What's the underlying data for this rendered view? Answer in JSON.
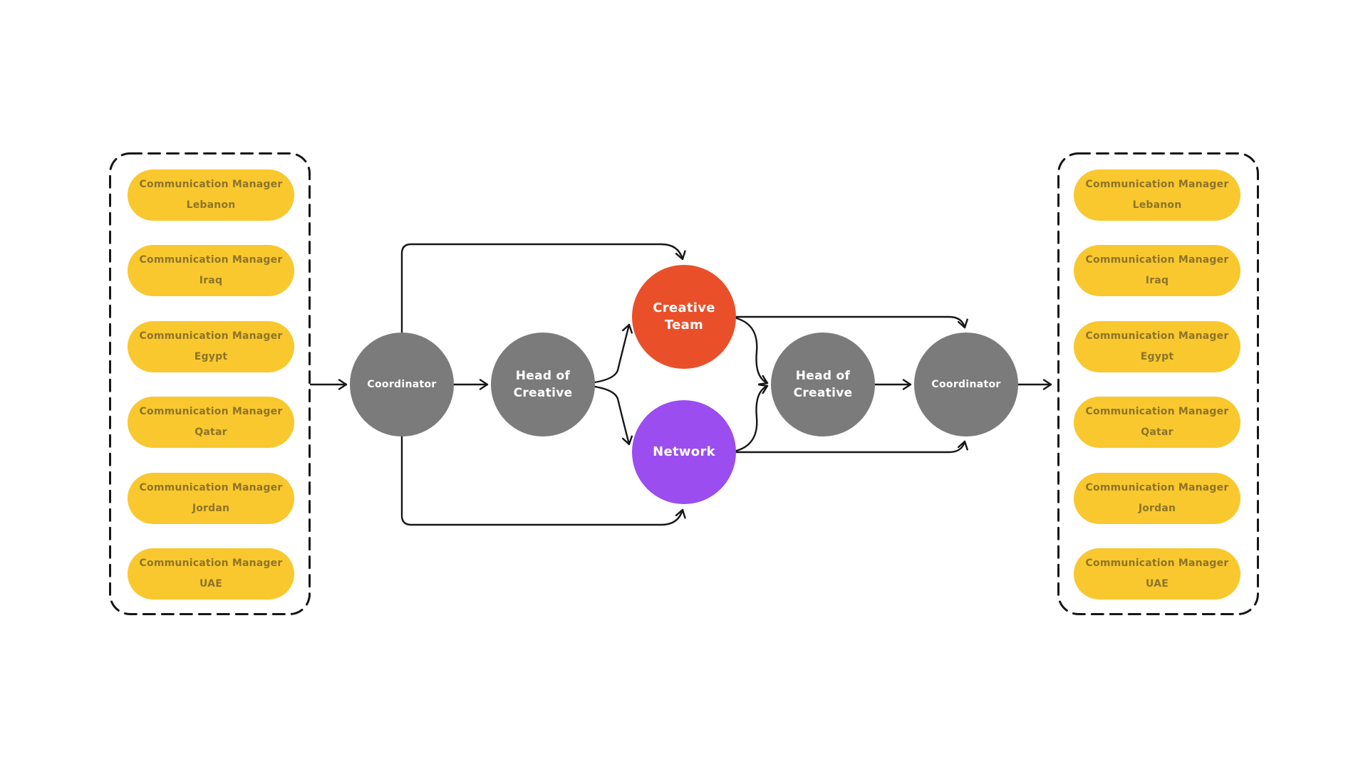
{
  "diagram": {
    "left_group": {
      "items": [
        {
          "role": "Communication Manager",
          "region": "Lebanon"
        },
        {
          "role": "Communication Manager",
          "region": "Iraq"
        },
        {
          "role": "Communication Manager",
          "region": "Egypt"
        },
        {
          "role": "Communication Manager",
          "region": "Qatar"
        },
        {
          "role": "Communication Manager",
          "region": "Jordan"
        },
        {
          "role": "Communication Manager",
          "region": "UAE"
        }
      ]
    },
    "right_group": {
      "items": [
        {
          "role": "Communication Manager",
          "region": "Lebanon"
        },
        {
          "role": "Communication Manager",
          "region": "Iraq"
        },
        {
          "role": "Communication Manager",
          "region": "Egypt"
        },
        {
          "role": "Communication Manager",
          "region": "Qatar"
        },
        {
          "role": "Communication Manager",
          "region": "Jordan"
        },
        {
          "role": "Communication Manager",
          "region": "UAE"
        }
      ]
    },
    "nodes": {
      "coordinator_1": {
        "label": "Coordinator",
        "color": "#7B7B7B"
      },
      "head_of_creative_1": {
        "label": "Head of\nCreative",
        "color": "#7B7B7B"
      },
      "creative_team": {
        "label": "Creative\nTeam",
        "color": "#E9502A"
      },
      "network": {
        "label": "Network",
        "color": "#9B4DF0"
      },
      "head_of_creative_2": {
        "label": "Head of\nCreative",
        "color": "#7B7B7B"
      },
      "coordinator_2": {
        "label": "Coordinator",
        "color": "#7B7B7B"
      }
    },
    "colors": {
      "background": "#FFFFFF",
      "pill_fill": "#F9C82E",
      "pill_text": "#8D7428",
      "node_gray": "#7B7B7B",
      "node_orange": "#E9502A",
      "node_purple": "#9B4DF0",
      "node_text": "#FFFFFF",
      "connector": "#161616"
    }
  }
}
